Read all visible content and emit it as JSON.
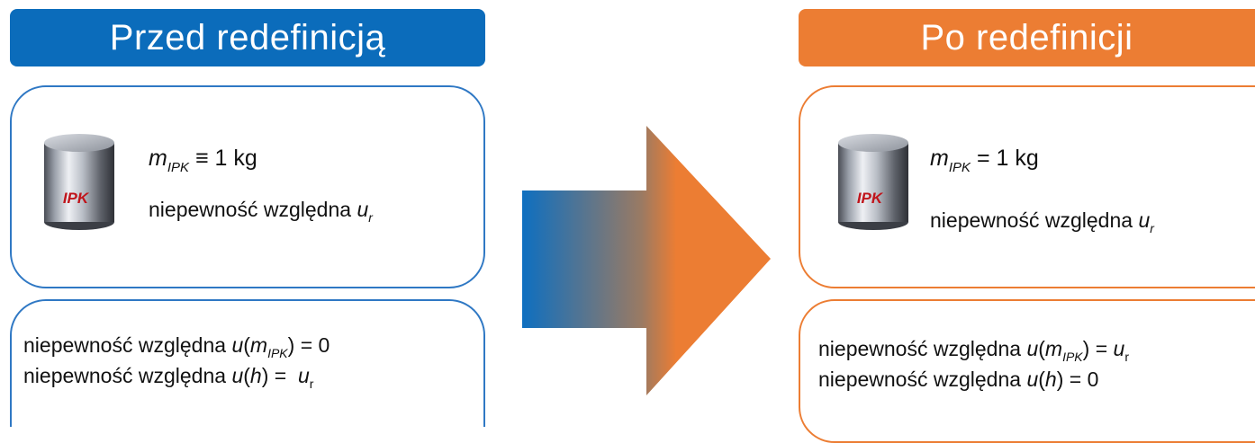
{
  "before": {
    "title": "Przed redefinicją",
    "mass_symbol": "m",
    "mass_subscript": "IPK",
    "mass_relation": "≡ 1 kg",
    "uncertainty_text": "niepewność względna",
    "uncertainty_symbol": "u",
    "uncertainty_sub": "r",
    "ipk_label": "IPK",
    "line1_prefix": "niepewność względna",
    "line1_u": "u",
    "line1_open": "(",
    "line1_m": "m",
    "line1_m_sub": "IPK",
    "line1_close": ")",
    "line1_value": "= 0",
    "line2_prefix": "niepewność względna",
    "line2_u": "u",
    "line2_open": "(",
    "line2_h": "h",
    "line2_close": ")",
    "line2_eq": "=",
    "line2_val_u": "u",
    "line2_val_sub": "r"
  },
  "after": {
    "title": "Po redefinicji",
    "mass_symbol": "m",
    "mass_subscript": "IPK",
    "mass_relation": "= 1 kg",
    "uncertainty_text": "niepewność względna",
    "uncertainty_symbol": "u",
    "uncertainty_sub": "r",
    "ipk_label": "IPK",
    "line1_prefix": "niepewność względna",
    "line1_u": "u",
    "line1_open": "(",
    "line1_m": "m",
    "line1_m_sub": "IPK",
    "line1_close": ")",
    "line1_eq": "=",
    "line1_val_u": "u",
    "line1_val_sub": "r",
    "line2_prefix": "niepewność względna",
    "line2_u": "u",
    "line2_open": "(",
    "line2_h": "h",
    "line2_close": ")",
    "line2_value": "= 0"
  },
  "colors": {
    "blue": "#0b6cbb",
    "orange": "#ec7d33",
    "ipk_label": "#c0141b"
  }
}
